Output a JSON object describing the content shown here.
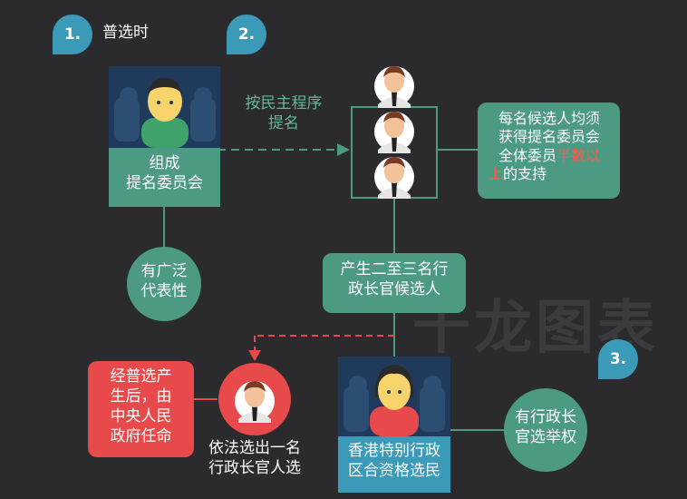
{
  "steps": {
    "step1": {
      "number": "1.",
      "label": "普选时"
    },
    "step2": {
      "number": "2."
    },
    "step3": {
      "number": "3."
    }
  },
  "nodes": {
    "committee": {
      "line1": "组成",
      "line2": "提名委员会"
    },
    "nominate": {
      "line1": "按民主程序",
      "line2": "提名"
    },
    "requirement": {
      "line1": "每名候选人均须",
      "line2": "获得提名委员会",
      "line3_a": "全体委员",
      "line3_b": "半数以",
      "line4_a": "上",
      "line4_b": "的支持"
    },
    "representative": {
      "line1": "有广泛",
      "line2": "代表性"
    },
    "candidates": {
      "line1": "产生二至三名行",
      "line2": "政长官候选人"
    },
    "central": {
      "line1": "经普选产",
      "line2": "生后，由",
      "line3": "中央人民",
      "line4": "政府任命"
    },
    "elected": {
      "line1": "依法选出一名",
      "line2": "行政长官人选"
    },
    "voters": {
      "line1": "香港特别行政",
      "line2": "区合资格选民"
    },
    "right": {
      "line1": "有行政长",
      "line2": "官选举权"
    }
  },
  "watermark": {
    "text": "千龙图表"
  },
  "colors": {
    "background": "#2b2b2d",
    "teal": "#4d9a84",
    "red": "#e8494a",
    "blue_badge": "#3a9ab8",
    "dark_panel": "#1f3a5a",
    "highlight_text": "#ff5a4a"
  },
  "icons": [
    "person-avatar-icon",
    "candidate-avatar-icon",
    "woman-avatar-icon",
    "official-avatar-icon"
  ]
}
